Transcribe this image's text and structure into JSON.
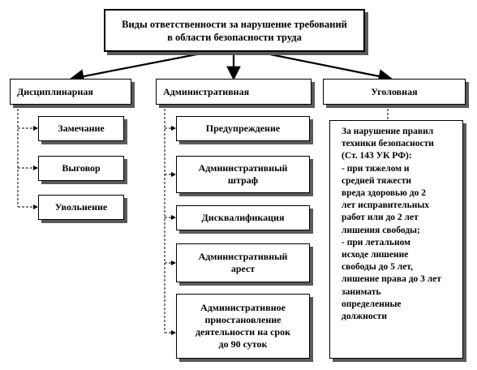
{
  "root": {
    "text": "Виды ответственности за нарушение требований\nв области безопасности труда"
  },
  "categories": [
    {
      "id": "disciplinary",
      "label": "Дисциплинарная"
    },
    {
      "id": "administrative",
      "label": "Административная"
    },
    {
      "id": "criminal",
      "label": "Уголовная"
    }
  ],
  "disciplinary_items": [
    "Замечание",
    "Выговор",
    "Увольнение"
  ],
  "administrative_items": [
    "Предупреждение",
    "Административный\nштраф",
    "Дисквалификация",
    "Административный\nарест",
    "Административное\nприостановление\nдеятельности на срок\nдо 90 суток"
  ],
  "criminal_note": "За нарушение правил\nтехники безопасности\n(Ст. 143 УК РФ):\n- при тяжелом и\nсредней тяжести\nвреда здоровью до 2\nлет исправительных\nработ или до 2 лет\nлишения свободы;\n- при летальном\nисходе лишение\nсвободы до 5 лет,\nлишение права до 3 лет\nзанимать\nопределенные\nдолжности"
}
